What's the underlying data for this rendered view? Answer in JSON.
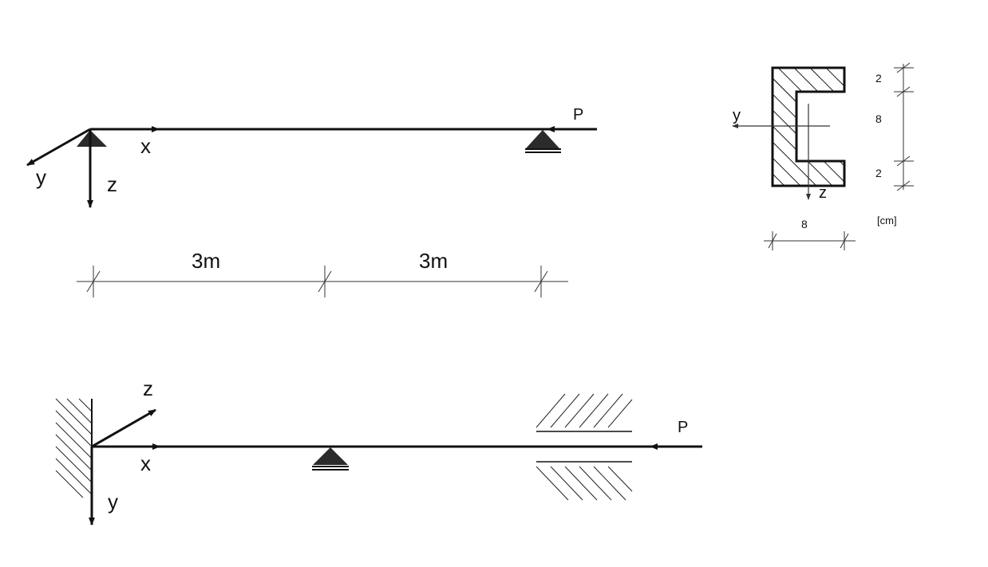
{
  "elevation": {
    "axes": {
      "x": "x",
      "y": "y",
      "z": "z"
    },
    "load": "P",
    "spans": [
      "3m",
      "3m"
    ]
  },
  "plan": {
    "axes": {
      "x": "x",
      "y": "y",
      "z": "z"
    },
    "load": "P"
  },
  "section": {
    "axes": {
      "y": "y",
      "z": "z"
    },
    "dims": {
      "flange_top": "2",
      "web_height": "8",
      "flange_bottom": "2",
      "width": "8"
    },
    "unit": "[cm]"
  },
  "colors": {
    "ink": "#111111",
    "hatch": "#222222",
    "thin": "#333333"
  }
}
